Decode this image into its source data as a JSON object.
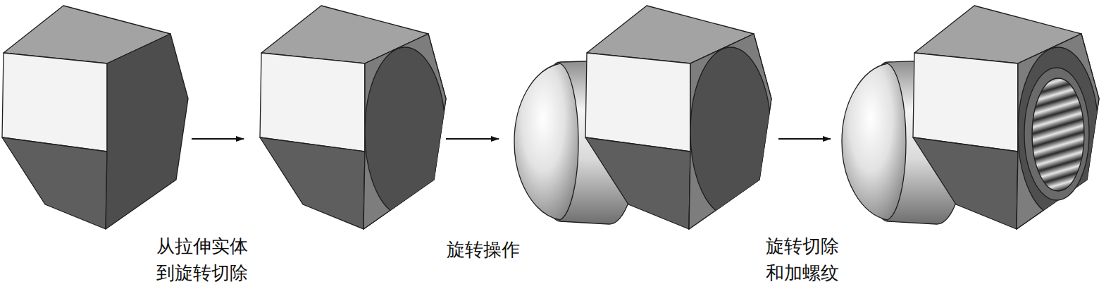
{
  "diagram": {
    "labels": [
      "从拉伸实体 到旋转切除",
      "旋转操作",
      "旋转切除 和加螺纹"
    ]
  }
}
